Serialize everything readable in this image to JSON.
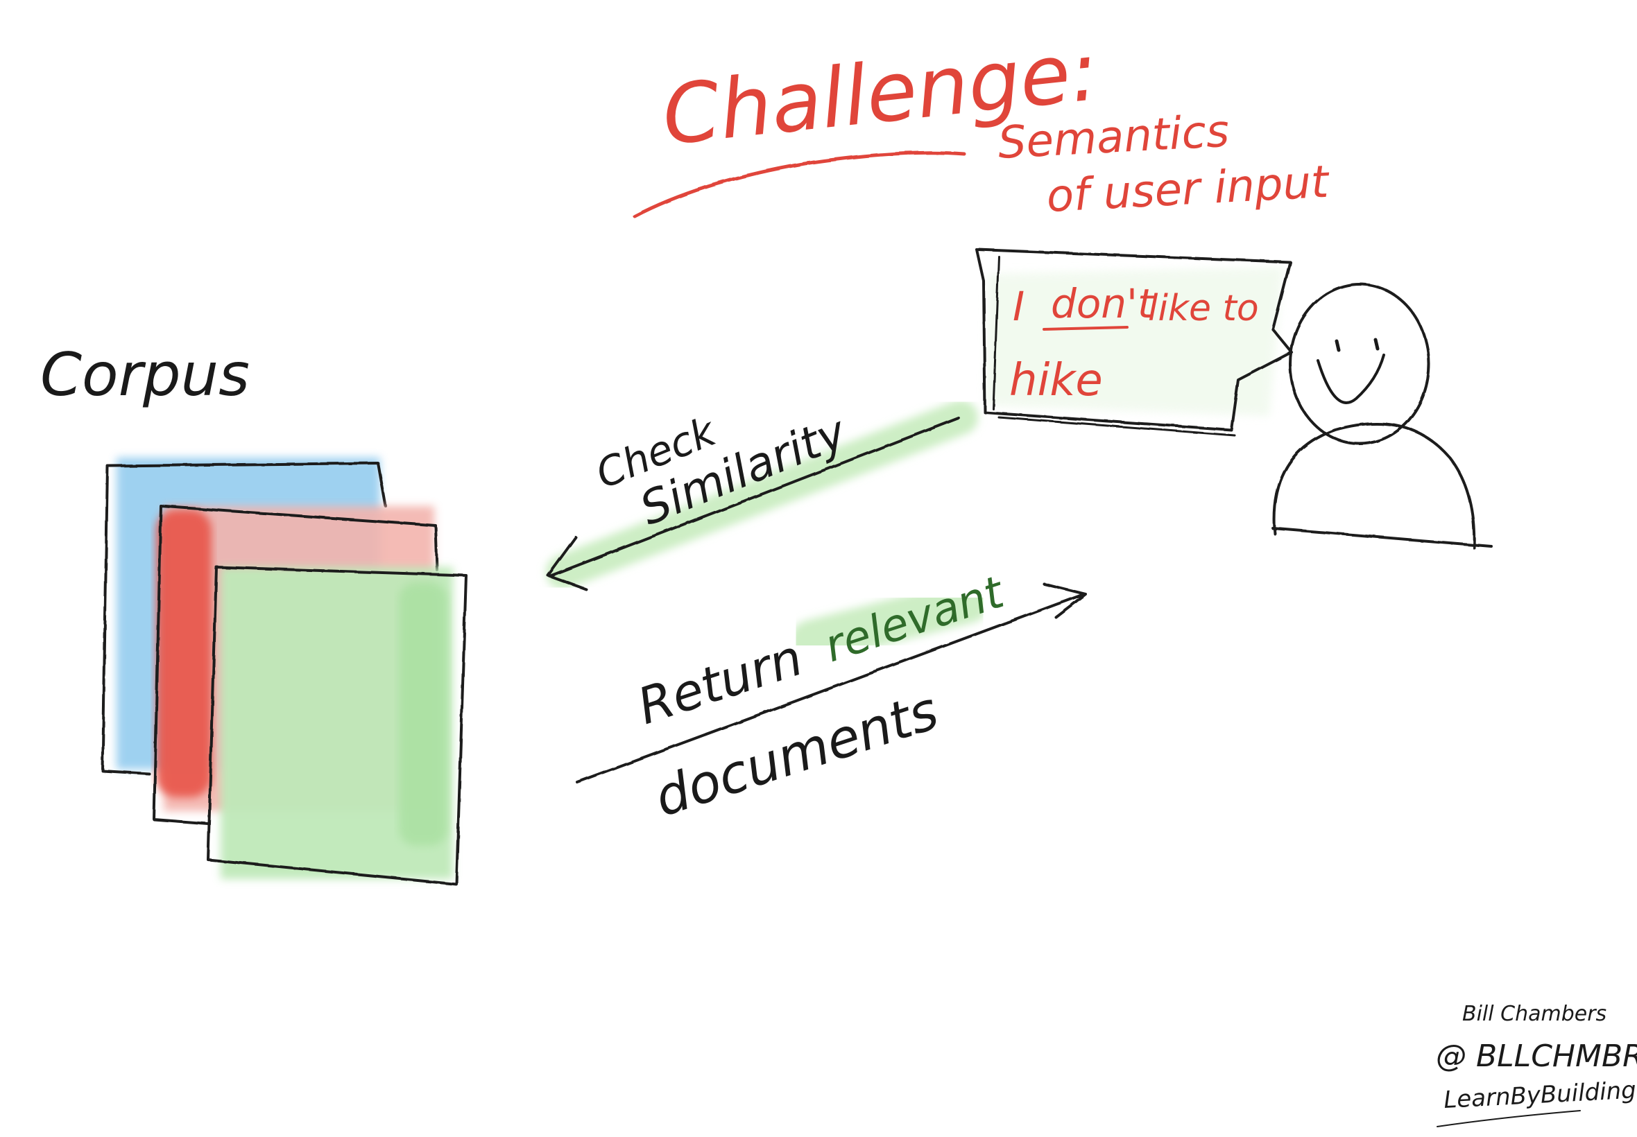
{
  "challenge": {
    "title": "Challenge:",
    "subtitle_line1": "Semantics",
    "subtitle_line2": "of user input"
  },
  "corpus": {
    "label": "Corpus"
  },
  "user": {
    "speech_part1": "I",
    "speech_part2": "don't",
    "speech_part3": "like to",
    "speech_part4": "hike"
  },
  "flow": {
    "check_line1": "Check",
    "check_line2": "Similarity",
    "return_word": "Return",
    "relevant_word": "relevant",
    "documents_word": "documents"
  },
  "signature": {
    "name": "Bill Chambers",
    "handle": "@ BLLCHMBRS",
    "site": "LearnByBuilding.ai"
  },
  "colors": {
    "accent_red": "#e0453a",
    "ink": "#1a1a1a",
    "doc_blue": "#8ec9ee",
    "doc_red": "#ef7a70",
    "doc_green": "#bfe9b9",
    "highlight_green": "#cdeec5",
    "dark_green": "#2f6b2a"
  }
}
